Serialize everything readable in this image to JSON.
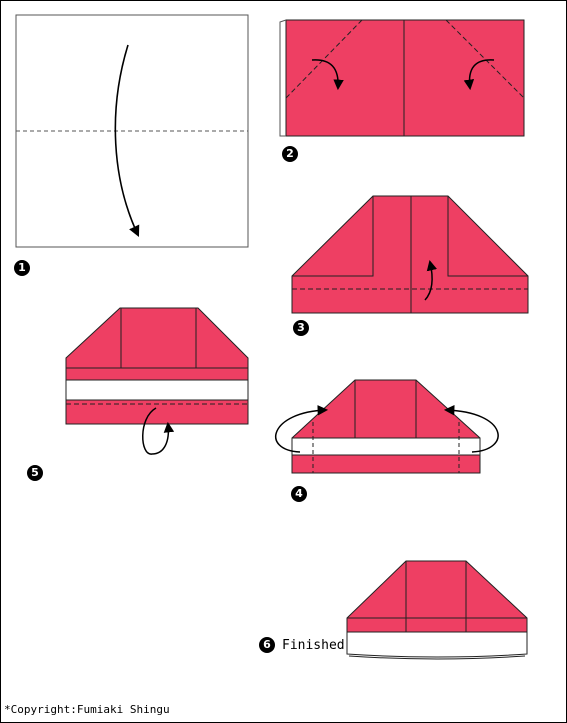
{
  "colors": {
    "paper": "#EE3F63",
    "outline": "#222222",
    "white": "#ffffff"
  },
  "steps": [
    {
      "number": "1"
    },
    {
      "number": "2"
    },
    {
      "number": "3"
    },
    {
      "number": "4"
    },
    {
      "number": "5"
    },
    {
      "number": "6",
      "caption": "Finished"
    }
  ],
  "copyright": "*Copyright:Fumiaki Shingu"
}
